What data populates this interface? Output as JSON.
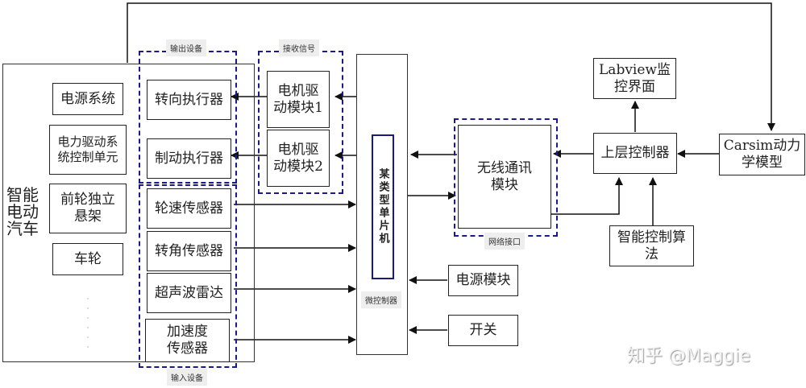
{
  "diagram": {
    "title": "智能电动汽车控制系统结构图",
    "car": {
      "label": "智能\n电动\n汽车",
      "components": [
        "电源系统",
        "电力驱动系\n统控制单元",
        "前轮独立\n悬架",
        "车轮"
      ],
      "ellipsis": "·\n·\n·\n·\n·\n·"
    },
    "output_group": {
      "label": "输出设备",
      "items": [
        "转向执行器",
        "制动执行器"
      ]
    },
    "input_group": {
      "label": "输入设备",
      "items": [
        "轮速传感器",
        "转角传感器",
        "超声波雷达",
        "加速度\n传感器"
      ]
    },
    "receive_group": {
      "label": "接收信号",
      "items": [
        "电机驱\n动模块1",
        "电机驱\n动模块2"
      ]
    },
    "mcu": {
      "inner_label": "某类型单片机",
      "caption": "微控制器"
    },
    "wireless": {
      "label": "无线通讯\n模块",
      "group_label": "网络接口"
    },
    "power_module": "电源模块",
    "switch": "开关",
    "upper_controller": "上层控制器",
    "labview": "Labview监\n控界面",
    "carsim": "Carsim动力\n学模型",
    "algorithm": "智能控制算\n法",
    "colors": {
      "dashed_group": "#1a1a8c",
      "line": "#111111"
    }
  },
  "watermark": "知乎 @Maggie"
}
